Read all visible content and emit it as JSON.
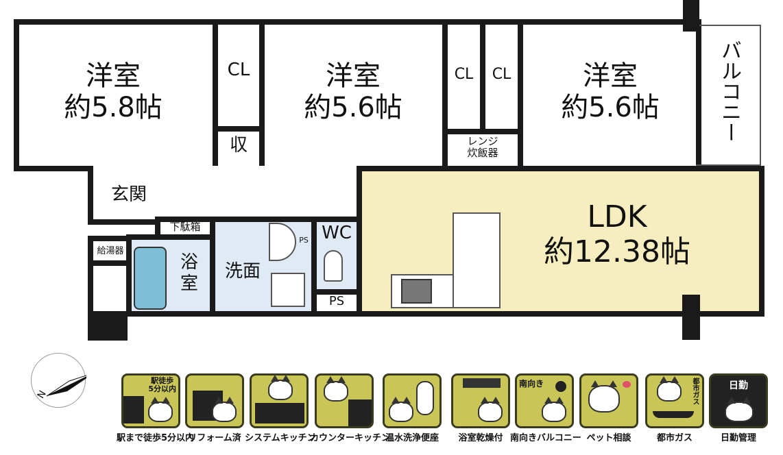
{
  "rooms": {
    "western1": {
      "name": "洋室",
      "size": "約5.8帖"
    },
    "western2": {
      "name": "洋室",
      "size": "約5.6帖"
    },
    "western3": {
      "name": "洋室",
      "size": "約5.6帖"
    },
    "ldk": {
      "name": "LDK",
      "size": "約12.38帖"
    },
    "closet1": "CL",
    "closet2": "CL",
    "closet3": "CL",
    "storage": "収",
    "range": "レンジ\n炊飯器",
    "balcony": "バルコニー",
    "entrance": "玄関",
    "shoe_box": "下駄箱",
    "water_heater": "給湯器",
    "bathroom": "浴室",
    "washroom": "洗面",
    "wc": "WC",
    "ps1": "PS",
    "ps2": "PS"
  },
  "compass": {
    "label": "N"
  },
  "features": [
    {
      "label": "駅まで徒歩5分以内",
      "badge": "駅徒歩\n5分以内"
    },
    {
      "label": "リフォーム済"
    },
    {
      "label": "システムキッチン"
    },
    {
      "label": "カウンターキッチン"
    },
    {
      "label": "温水洗浄便座"
    },
    {
      "label": "浴室乾燥付"
    },
    {
      "label": "南向きバルコニー",
      "badge": "南向き"
    },
    {
      "label": "ペット相談"
    },
    {
      "label": "都市ガス",
      "badge": "都市ガス"
    },
    {
      "label": "日勤管理",
      "badge": "日勤"
    }
  ],
  "colors": {
    "ldk": "#f7eec0",
    "wet": "#dfeaf4",
    "tub": "#7fbfd6",
    "icon_bg": "#c9c657"
  }
}
